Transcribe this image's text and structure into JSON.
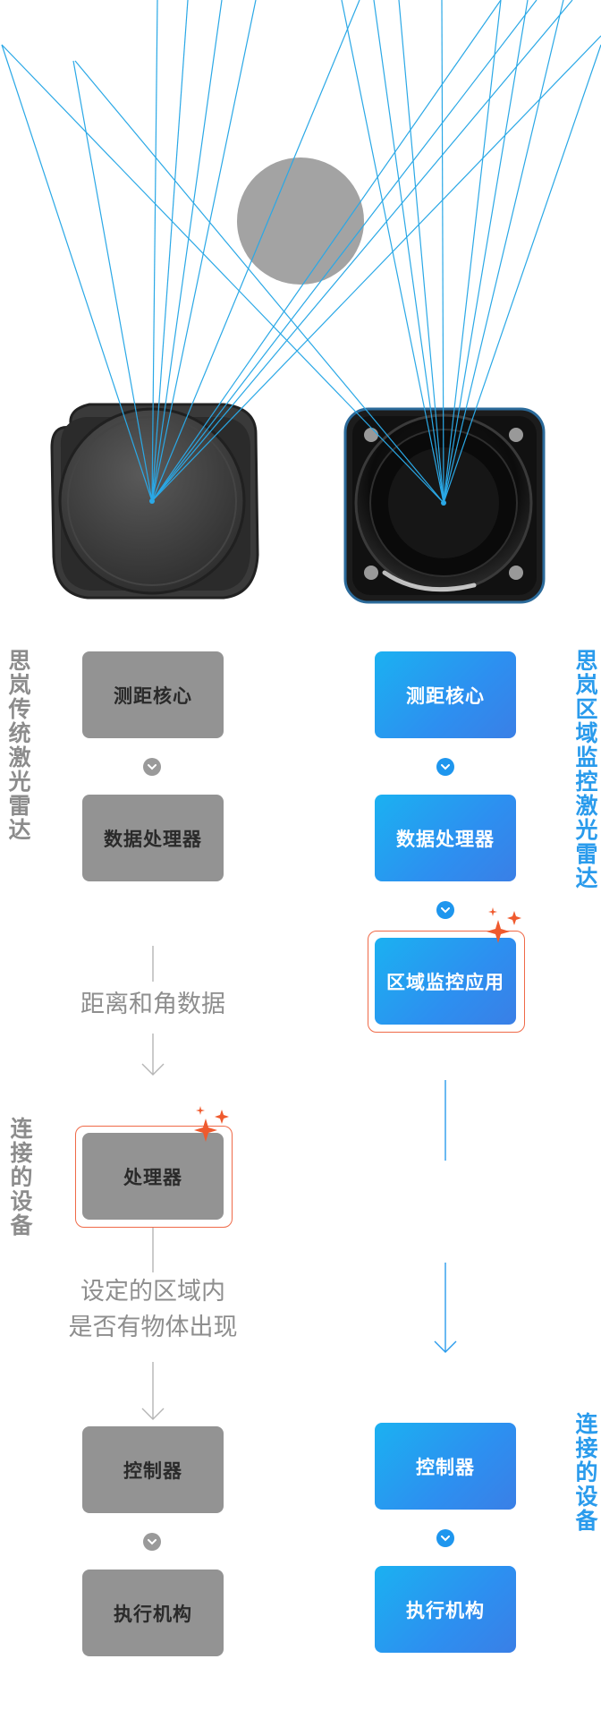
{
  "left_device": {
    "title": "思岚传统激光雷达",
    "boxes": [
      "测距核心",
      "数据处理器"
    ],
    "note_1": "距离和角数据",
    "connected_title": "连接的设备",
    "processor_box": "处理器",
    "note_2_line1": "设定的区域内",
    "note_2_line2": "是否有物体出现",
    "bottom_boxes": [
      "控制器",
      "执行机构"
    ]
  },
  "right_device": {
    "title": "思岚区域监控激光雷达",
    "boxes": [
      "测距核心",
      "数据处理器",
      "区域监控应用"
    ],
    "connected_title": "连接的设备",
    "bottom_boxes": [
      "控制器",
      "执行机构"
    ]
  },
  "colors": {
    "gray_box": "#939393",
    "blue_box_start": "#1bb1f1",
    "blue_box_end": "#3a7fe6",
    "laser_line": "#2aa8e6",
    "highlight": "#ef6a48"
  }
}
